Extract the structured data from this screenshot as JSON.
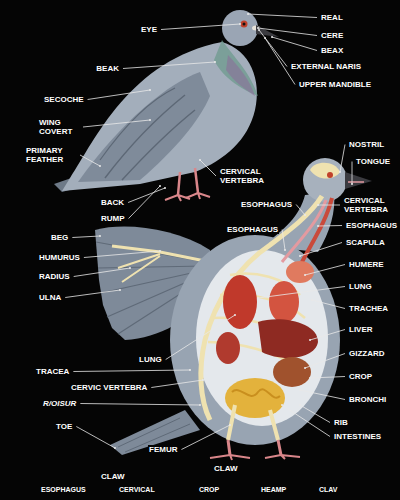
{
  "diagram": {
    "labels": [
      "EYE",
      "REAL",
      "CERE",
      "BEAX",
      "BEAK",
      "EXTERNAL NARIS",
      "UPPER MANDIBLE",
      "SECOCHE",
      "WING COVERT",
      "PRIMARY FEATHER",
      "NOSTRIL",
      "TONGUE",
      "CERVICAL VERTEBRA",
      "CERVICAL VERTEBRA",
      "BACK",
      "ESOPHAGUS",
      "RUMP",
      "ESOPHAGUS",
      "ESOPHAGUS",
      "BEG",
      "SCAPULA",
      "HUMURUS",
      "HUMERE",
      "RADIUS",
      "ULNA",
      "LUNG",
      "TRACHEA",
      "LIVER",
      "LUNG",
      "GIZZARD",
      "TRACEA",
      "CROP",
      "CERVIC VERTEBRA",
      "BRONCHI",
      "R/OISUR",
      "RIB",
      "TOE",
      "INTESTINES",
      "FEMUR",
      "CLAW",
      "CLAW",
      "ESOPHAGUS",
      "CERVICAL",
      "CROP",
      "HEAMP",
      "CLAV"
    ]
  }
}
